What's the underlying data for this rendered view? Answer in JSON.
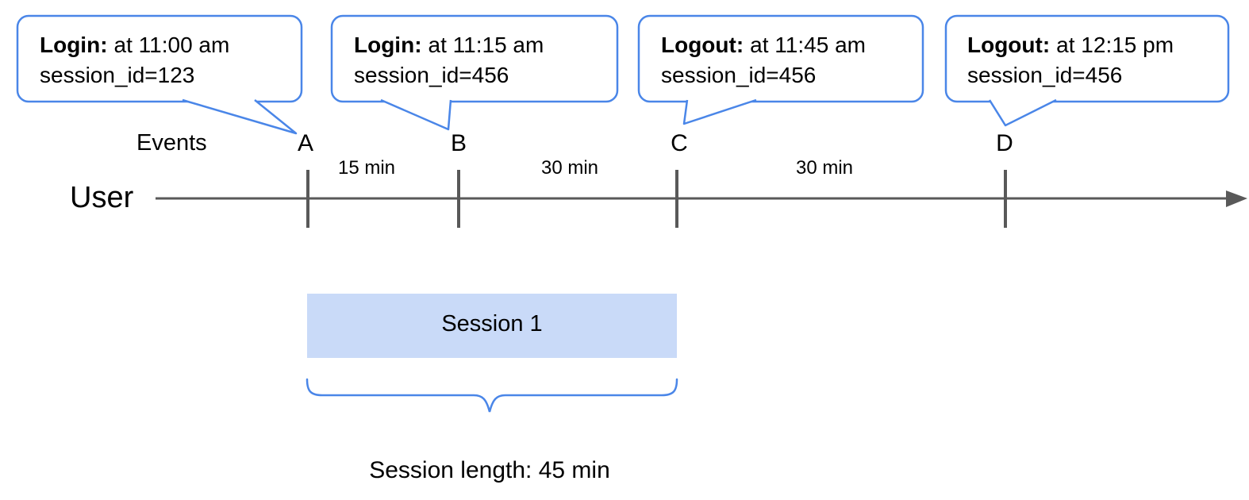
{
  "diagram": {
    "events_label": "Events",
    "user_label": "User",
    "session_length_label": "Session length: 45 min"
  },
  "events": [
    {
      "letter": "A",
      "type": "Login:",
      "time": "at 11:00 am",
      "session": "session_id=123"
    },
    {
      "letter": "B",
      "type": "Login:",
      "time": "at 11:15 am",
      "session": "session_id=456"
    },
    {
      "letter": "C",
      "type": "Logout:",
      "time": "at 11:45 am",
      "session": "session_id=456"
    },
    {
      "letter": "D",
      "type": "Logout:",
      "time": "at 12:15 pm",
      "session": "session_id=456"
    }
  ],
  "intervals": [
    {
      "label": "15 min"
    },
    {
      "label": "30 min"
    },
    {
      "label": "30 min"
    }
  ],
  "session": {
    "label": "Session 1"
  },
  "colors": {
    "callout_border": "#4a86e8",
    "brace_blue": "#4a86e8",
    "session_fill": "#c9daf8",
    "timeline_gray": "#595959",
    "text": "#000000"
  }
}
